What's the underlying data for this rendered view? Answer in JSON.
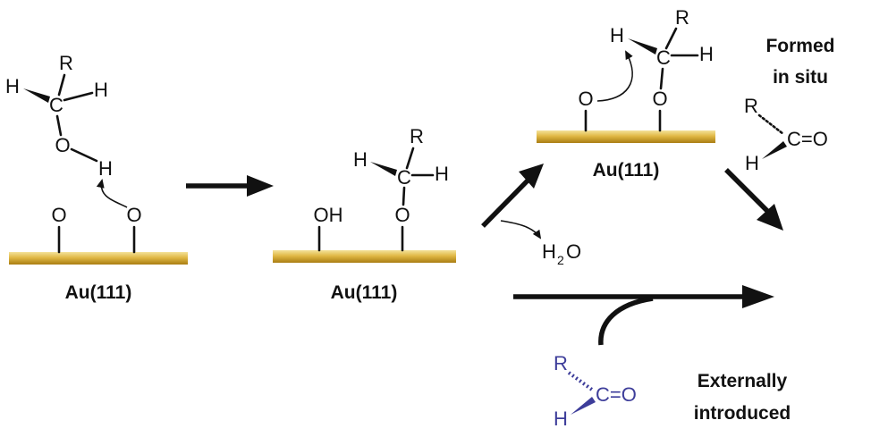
{
  "labels": {
    "surface": "Au(111)",
    "formed_in_situ_line1": "Formed",
    "formed_in_situ_line2": "in situ",
    "externally_line1": "Externally",
    "externally_line2": "introduced"
  },
  "atoms": {
    "H": "H",
    "R": "R",
    "C": "C",
    "O": "O",
    "OH": "OH",
    "H2O_main": "H",
    "H2O_sub": "2",
    "H2O_tail": "O",
    "carbonyl": "C=O"
  },
  "colors": {
    "gold_light": "#f2dc8a",
    "gold_mid": "#d9ae3a",
    "gold_dark": "#a97d12",
    "text": "#111111",
    "external_aldehyde": "#3d3d9a"
  }
}
